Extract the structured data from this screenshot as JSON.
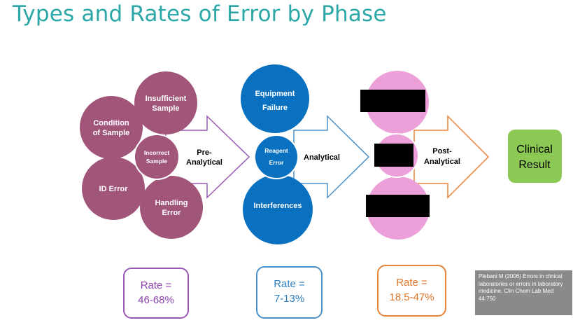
{
  "title": "Types and Rates of Error by Phase",
  "colors": {
    "title": "#2aa7a6",
    "pre_analytical": "#a05579",
    "analytical": "#0a70c0",
    "post_analytical": "#ec9fd8",
    "clinical_result": "#8cc954",
    "pre_rate_border": "#9b59b6",
    "analytical_rate_border": "#4a90c8",
    "post_rate_border": "#e8833a"
  },
  "phases": {
    "pre_analytical": {
      "label_line1": "Pre-",
      "label_line2": "Analytical",
      "circles": {
        "insufficient_sample": [
          "Insufficient",
          "Sample"
        ],
        "condition_of_sample": [
          "Condition",
          "of Sample"
        ],
        "incorrect_sample": [
          "Incorrect",
          "Sample"
        ],
        "id_error": [
          "ID Error"
        ],
        "handling_error": [
          "Handling",
          "Error"
        ]
      },
      "rate_label": "Rate =",
      "rate_value": "46-68%"
    },
    "analytical": {
      "label": "Analytical",
      "circles": {
        "equipment_failure": [
          "Equipment",
          "Failure"
        ],
        "reagent_error": [
          "Reagent",
          "Error"
        ],
        "interferences": [
          "Interferences"
        ]
      },
      "rate_label": "Rate =",
      "rate_value": "7-13%"
    },
    "post_analytical": {
      "label_line1": "Post-",
      "label_line2": "Analytical",
      "rate_label": "Rate =",
      "rate_value": "18.5-47%"
    }
  },
  "clinical_result": [
    "Clinical",
    "Result"
  ],
  "citation": "Plebani M (2006) Errors in clinical laboratories or errors in laboratory medicine. Clin Chem Lab Med 44:750"
}
